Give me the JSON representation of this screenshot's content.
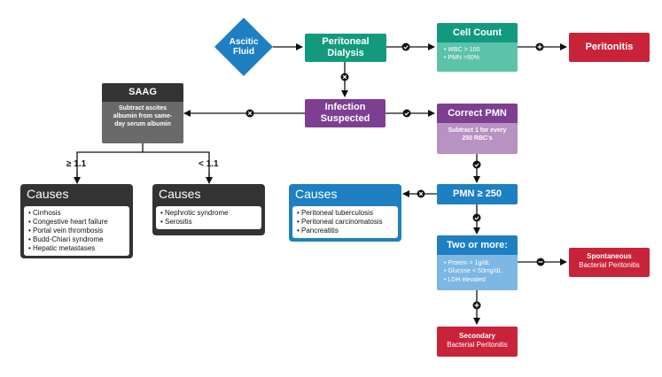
{
  "colors": {
    "blue": "#1e7fc2",
    "teal": "#139a7e",
    "teal_light": "#5cc2a9",
    "purple": "#7d3f91",
    "purple_light": "#b792c2",
    "red": "#c9233a",
    "dark": "#333333",
    "dark_body": "#6a6a6a",
    "light_blue": "#7db7e4"
  },
  "ascitic": {
    "title": "Ascitic Fluid"
  },
  "peritoneal_dialysis": {
    "title": "Peritoneal Dialysis"
  },
  "cell_count": {
    "title": "Cell Count",
    "items": [
      "• WBC > 100",
      "• PMN >50%"
    ]
  },
  "peritonitis": {
    "title": "Peritonitis"
  },
  "infection": {
    "title": "Infection Suspected"
  },
  "saag": {
    "title": "SAAG",
    "body": "Subtract ascites albumin from same-day serum albumin"
  },
  "correct_pmn": {
    "title": "Correct PMN",
    "body": "Subtract 1 for every 250 RBC's"
  },
  "label_ge": "≥ 1.1",
  "label_lt": "< 1.1",
  "causes_left": {
    "title": "Causes",
    "items": [
      "• Cirrhosis",
      "• Congestive heart failure",
      "• Portal vein thrombosis",
      "• Budd-Chiari syndrome",
      "• Hepatic metastases"
    ]
  },
  "causes_mid": {
    "title": "Causes",
    "items": [
      "• Nephrotic syndrome",
      "• Serositis"
    ]
  },
  "causes_right": {
    "title": "Causes",
    "items": [
      "• Peritoneal tuberculosis",
      "• Peritoneal carcinomatosis",
      "• Pancreatitis"
    ]
  },
  "pmn": {
    "title": "PMN ≥ 250"
  },
  "two_more": {
    "title": "Two or more:",
    "items": [
      "• Protein > 1g/dL",
      "• Glucose < 50mg/dL",
      "• LDH elevated"
    ]
  },
  "spontaneous": {
    "line1": "Spontaneous",
    "line2": "Bacterial Peritonitis"
  },
  "secondary": {
    "line1": "Secondary",
    "line2": "Bacterial Peritonitis"
  }
}
